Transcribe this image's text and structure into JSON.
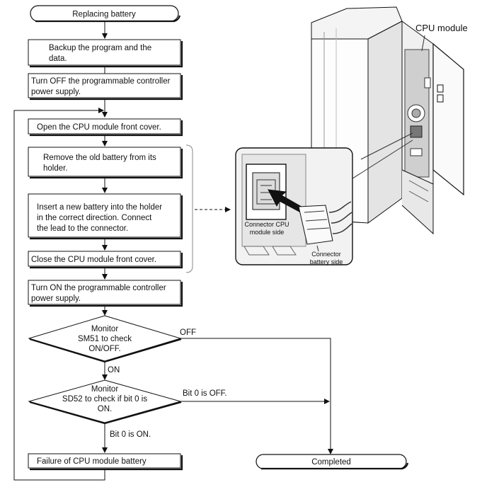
{
  "flow": {
    "start": "Replacing battery",
    "step1": [
      "Backup the program and the",
      "data."
    ],
    "step2": [
      "Turn OFF the programmable controller",
      "power supply."
    ],
    "step3": "Open the CPU module front cover.",
    "step4": [
      "Remove the old battery from its",
      "holder."
    ],
    "step5": [
      "Insert a new battery into the holder",
      "in the correct direction. Connect",
      "the lead to the connector."
    ],
    "step6": "Close the CPU module front cover.",
    "step7": [
      "Turn ON the programmable controller",
      "power supply."
    ],
    "decision1": [
      "Monitor",
      "SM51 to check",
      "ON/OFF."
    ],
    "decision1_off": "OFF",
    "decision1_on": "ON",
    "decision2": [
      "Monitor",
      "SD52 to check if bit 0 is",
      "ON."
    ],
    "decision2_off": "Bit 0 is OFF.",
    "decision2_on": "Bit 0 is ON.",
    "failure": "Failure of CPU module battery",
    "end": "Completed"
  },
  "illustration": {
    "cpu_label": "CPU module",
    "connector_cpu": [
      "Connector CPU",
      "module side"
    ],
    "connector_battery": [
      "Connector",
      "battery side"
    ]
  }
}
